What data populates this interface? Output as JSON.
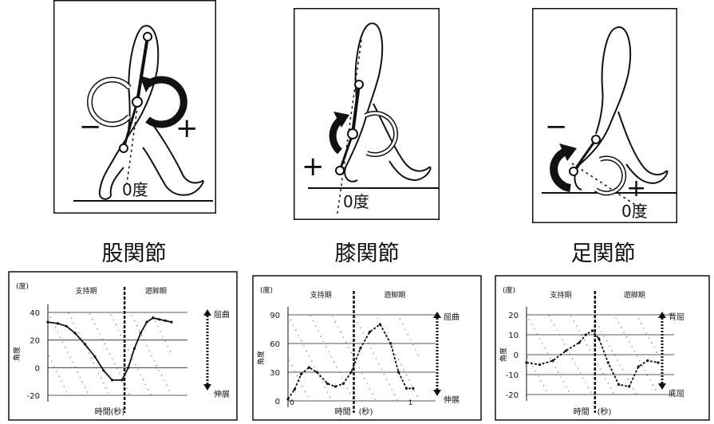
{
  "zero_degree_label": "0度",
  "plus_sign": "+",
  "minus_sign": "−",
  "joints": [
    {
      "name": "股関節"
    },
    {
      "name": "膝関節"
    },
    {
      "name": "足関節"
    }
  ],
  "chart_data": [
    {
      "type": "line",
      "unit_label": "(度)",
      "ylabel": "角度",
      "xlabel": "時間(秒)",
      "ylim": [
        -20,
        40
      ],
      "yticks": [
        "40",
        "20",
        "0",
        "-20"
      ],
      "phase_labels": [
        "支持期",
        "遊脚期"
      ],
      "arrow_labels": [
        "屈曲",
        "伸展"
      ],
      "x": [
        0,
        0.08,
        0.15,
        0.22,
        0.3,
        0.38,
        0.45,
        0.52,
        0.6,
        0.65,
        0.7,
        0.75,
        0.8,
        0.85,
        0.9,
        0.95,
        1.0
      ],
      "y": [
        33,
        32,
        30,
        25,
        17,
        8,
        -2,
        -9,
        -9,
        0,
        14,
        25,
        33,
        36,
        35,
        34,
        33
      ]
    },
    {
      "type": "line",
      "unit_label": "(度)",
      "ylabel": "角度",
      "xlabel": "時間　(秒)",
      "ylim": [
        0,
        90
      ],
      "yticks": [
        "90",
        "60",
        "30",
        "0"
      ],
      "xticks": [
        "0",
        "1"
      ],
      "phase_labels": [
        "支持期",
        "遊脚期"
      ],
      "arrow_labels": [
        "屈曲",
        "伸展"
      ],
      "x": [
        0,
        0.05,
        0.1,
        0.16,
        0.22,
        0.3,
        0.36,
        0.42,
        0.48,
        0.55,
        0.62,
        0.7,
        0.78,
        0.84,
        0.9,
        0.95
      ],
      "y": [
        2,
        12,
        28,
        35,
        30,
        18,
        15,
        18,
        30,
        55,
        72,
        80,
        60,
        30,
        13,
        13
      ]
    },
    {
      "type": "line",
      "unit_label": "(度)",
      "ylabel": "角度",
      "xlabel": "時間　(秒)",
      "ylim": [
        -20,
        20
      ],
      "yticks": [
        "20",
        "10",
        "0",
        "-10",
        "-20"
      ],
      "phase_labels": [
        "支持期",
        "遊脚期"
      ],
      "arrow_labels": [
        "背屈",
        "底屈"
      ],
      "x": [
        0,
        0.1,
        0.2,
        0.3,
        0.4,
        0.45,
        0.5,
        0.55,
        0.62,
        0.7,
        0.78,
        0.85,
        0.92,
        1.0
      ],
      "y": [
        -4,
        -5,
        -3,
        2,
        6,
        10,
        12,
        8,
        -4,
        -15,
        -16,
        -6,
        -3,
        -4
      ]
    }
  ]
}
